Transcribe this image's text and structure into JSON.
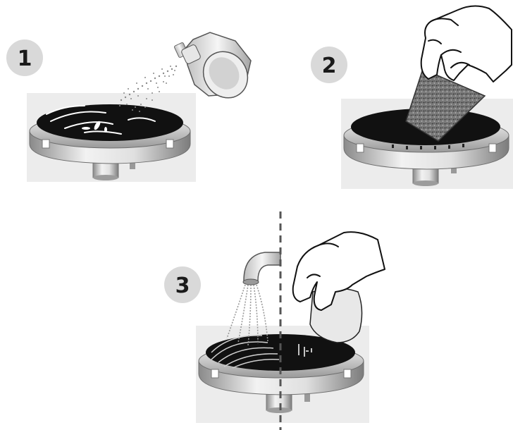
{
  "steps": [
    {
      "number": "1",
      "action": "spray-cleaner"
    },
    {
      "number": "2",
      "action": "scrub-with-pad"
    },
    {
      "number": "3",
      "action": "rinse-and-wipe"
    }
  ],
  "colors": {
    "badge_fill": "#d9d9d9",
    "backdrop": "#ececec",
    "burner_cap": "#111111",
    "burner_metal": "#c8c8c8",
    "dashed_divider": "#555555"
  }
}
